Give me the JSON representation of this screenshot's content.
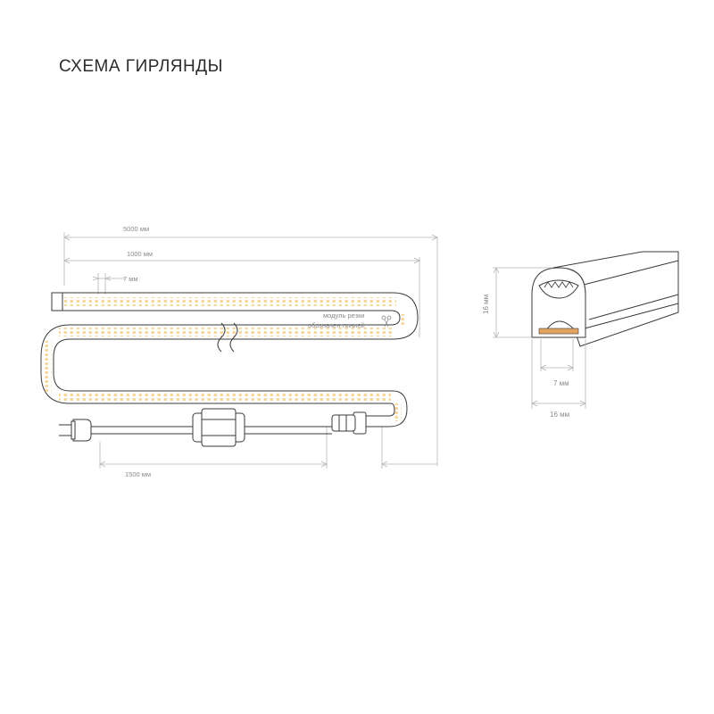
{
  "title": "СХЕМА ГИРЛЯНДЫ",
  "dimensions": {
    "total_length": "5000 мм",
    "module_length": "1000 мм",
    "led_pitch": "7 мм",
    "cable_length": "1500 мм",
    "profile_height": "16 мм",
    "profile_width": "16 мм",
    "strip_width": "7 мм"
  },
  "cut_note": {
    "line1": "модуль резки",
    "line2": "обозначен линией"
  },
  "colors": {
    "outline": "#3a3a3a",
    "dimension": "#b5b5b5",
    "led": "#f7d79a",
    "strip": "#e2a260"
  },
  "icons": {
    "scissors": "scissors-icon",
    "plug": "plug-icon"
  }
}
